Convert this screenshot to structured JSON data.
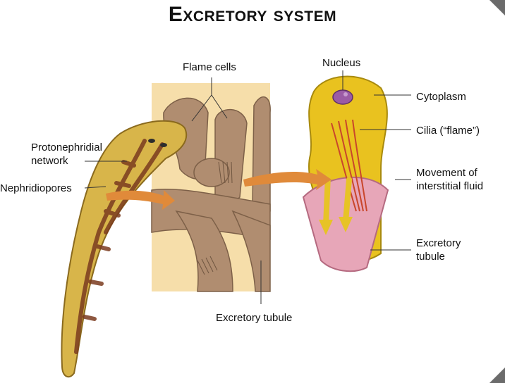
{
  "title": "Excretory system",
  "labels": {
    "flame_cells": "Flame cells",
    "nucleus": "Nucleus",
    "cytoplasm": "Cytoplasm",
    "cilia": "Cilia (“flame”)",
    "protonephridial_1": "Protonephridial",
    "protonephridial_2": "network",
    "nephridiopores": "Nephridiopores",
    "movement_1": "Movement of",
    "movement_2": "interstitial fluid",
    "excretory_tubule_right_1": "Excretory",
    "excretory_tubule_right_2": "tubule",
    "excretory_tubule_bottom": "Excretory tubule"
  },
  "colors": {
    "worm_body": "#d8b54a",
    "worm_network": "#7a3b1e",
    "panel_bg": "#f6deaa",
    "tissue": "#b08d70",
    "arrow": "#e08a3a",
    "cell_yellow": "#e9c21f",
    "cell_pink": "#e7a6b8",
    "nucleus": "#9b5ba5"
  }
}
